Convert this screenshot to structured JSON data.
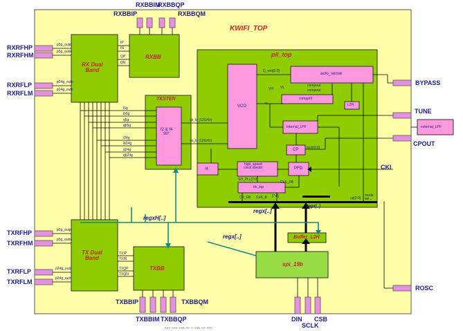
{
  "top": {
    "title": "KWIFI_TOP"
  },
  "blocks": {
    "rx_dual_band": "RX Dual\nBand",
    "rxbb": "RXBB",
    "testen": "TESTEN",
    "div": "f2 & f4\n90°",
    "tx_dual_band": "TX Dual\nBand",
    "txbb": "TXBB",
    "pll_top": "pll_top",
    "vco": "VCO",
    "auto_sense": "auto_sense",
    "comppt3": "comppt3",
    "lpf_internal": "Internal_LPF",
    "cp": "CP",
    "pfd": "PFD",
    "div4": "/4",
    "hs_div": "high_speed\nclock divider",
    "ds_top": "ds_top",
    "l2h": "L2H",
    "buffer_l2h": "Buffer_L2H",
    "spi": "spi_19b",
    "lpf_external": "external_LPF"
  },
  "pins": {
    "left": [
      "RXRFHP",
      "RXRFHM",
      "RXRFLP",
      "RXRFLM",
      "TXRFHP",
      "TXRFHM",
      "TXRFLP",
      "TXRFLM"
    ],
    "rxbb_top": [
      "RXBBIP",
      "RXBBIM",
      "RXBBQP",
      "RXBBQM"
    ],
    "txbb_bottom": [
      "TXBBIP",
      "TXBBIM",
      "TXBBQP",
      "TXBBQM"
    ],
    "right": [
      "BYPASS",
      "TUNE",
      "CPOUT",
      "CKI",
      "ROSC"
    ],
    "spi": [
      "DIN",
      "SCLK",
      "CSB"
    ]
  },
  "signals": {
    "rx_in": [
      "p5g_outp",
      "p5g_outn",
      "p24g_outp",
      "p24g_outn"
    ],
    "tx_out": [
      "p5g_outp",
      "p5g_outn",
      "p24g_outp",
      "p24g_outn"
    ],
    "rx_iq": [
      "IP",
      "IN",
      "QP",
      "QN"
    ],
    "tx_iq": [
      "TXIP",
      "TXIN",
      "TXQP",
      "TXQN"
    ],
    "lo5g": [
      "i5g",
      "ib5g",
      "q5g",
      "qb5g"
    ],
    "lo24g": [
      "i24g",
      "ib24g",
      "q24g",
      "qb24g"
    ],
    "vco_out1": "vp_lo (12GHz)",
    "vco_out2": "vn_lo (12GHz)",
    "d_vco": "D_vco[5:0]",
    "vh": "VH",
    "vl": "VL",
    "vc": "vc",
    "comp_out1": "compout",
    "comp_out2": "compout",
    "cp_bits": "Ipch[3:0]",
    "sd_pll": "SD_PLL[7:0]",
    "ck_fb": "CLK_FB",
    "ck_fb2": "CK_FB",
    "clk_b": "CLK_B",
    "bit18": "[7:0]",
    "cp_ctrl": "cp[3:0]",
    "mode": "mode\nsel...",
    "regx_bus": "regx[..]",
    "regxh_bus": "regxH[..]",
    "regx_spi": "regx[..]",
    "regx_right": "regx[..]"
  },
  "footer": "--- ---  --- -- - ---  -- ---"
}
